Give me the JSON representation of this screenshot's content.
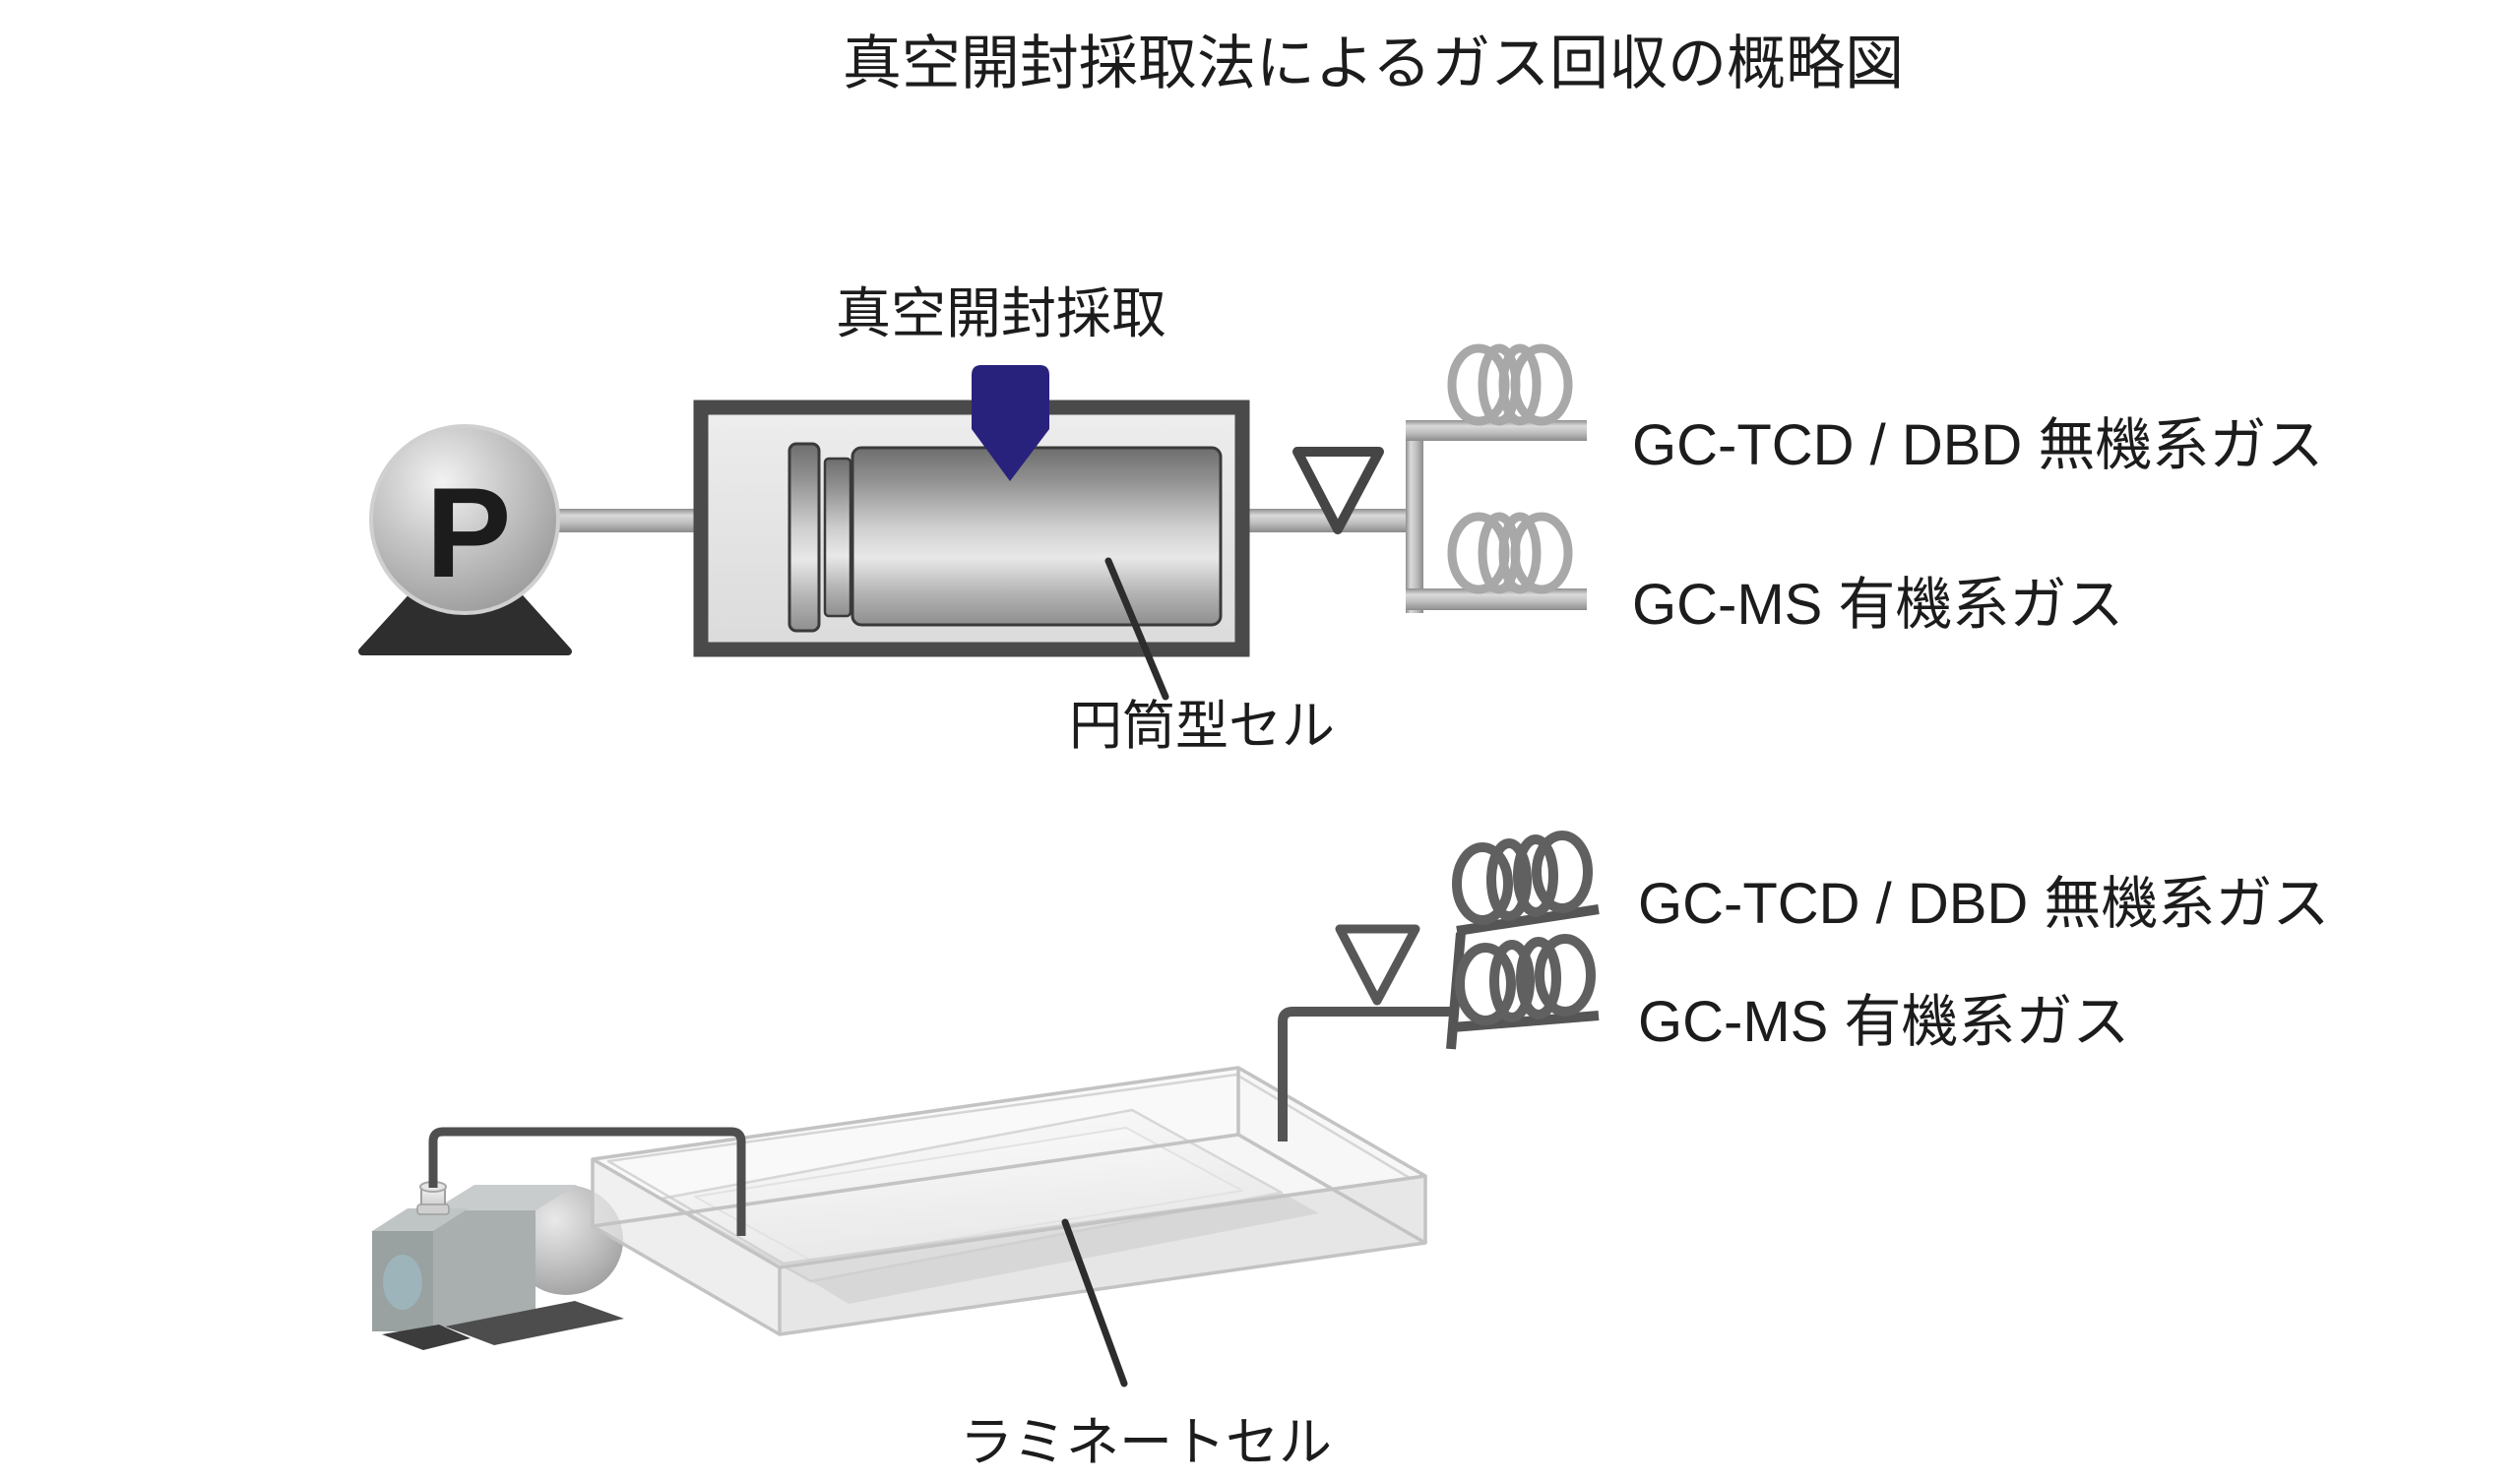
{
  "title": "真空開封採取法によるガス回収の概略図",
  "top_diagram": {
    "sampling_label": "真空開封採取",
    "pump_label": "P",
    "cell_label": "円筒型セル",
    "output_top": "GC-TCD / DBD 無機系ガス",
    "output_bottom": "GC-MS 有機系ガス"
  },
  "bottom_diagram": {
    "cell_label": "ラミネートセル",
    "output_top": "GC-TCD / DBD 無機系ガス",
    "output_bottom": "GC-MS 有機系ガス"
  },
  "colors": {
    "sampling_arrow_navy": "#29227d",
    "pipe_gray": "#a8a8a8",
    "dark_line_gray": "#555555",
    "cell_border_gray": "#4a4a4a",
    "text_color": "#1c1c1c"
  }
}
